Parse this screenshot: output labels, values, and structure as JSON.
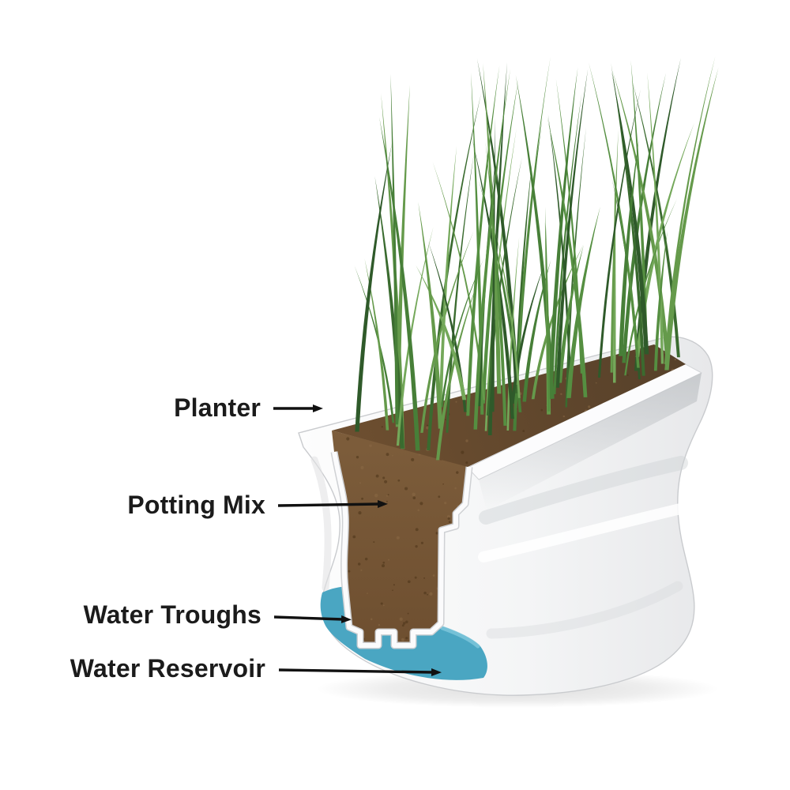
{
  "diagram": {
    "labels": [
      {
        "id": "planter",
        "text": "Planter"
      },
      {
        "id": "potting-mix",
        "text": "Potting Mix"
      },
      {
        "id": "water-troughs",
        "text": "Water Troughs"
      },
      {
        "id": "water-reservoir",
        "text": "Water Reservoir"
      }
    ]
  },
  "colors": {
    "background": "#ffffff",
    "label_text": "#1b1b1b",
    "arrow": "#111111",
    "planter_body": "#f7f8f9",
    "planter_shade": "#d6d8db",
    "soil_light": "#7d5d3b",
    "soil": "#6e4f30",
    "soil_dark": "#57412a",
    "water": "#4aa6c2",
    "water_light": "#7cc6da",
    "grass": [
      "#2f5a2a",
      "#3a6b2f",
      "#477f38",
      "#558f41",
      "#659a4b",
      "#74a85a"
    ]
  }
}
